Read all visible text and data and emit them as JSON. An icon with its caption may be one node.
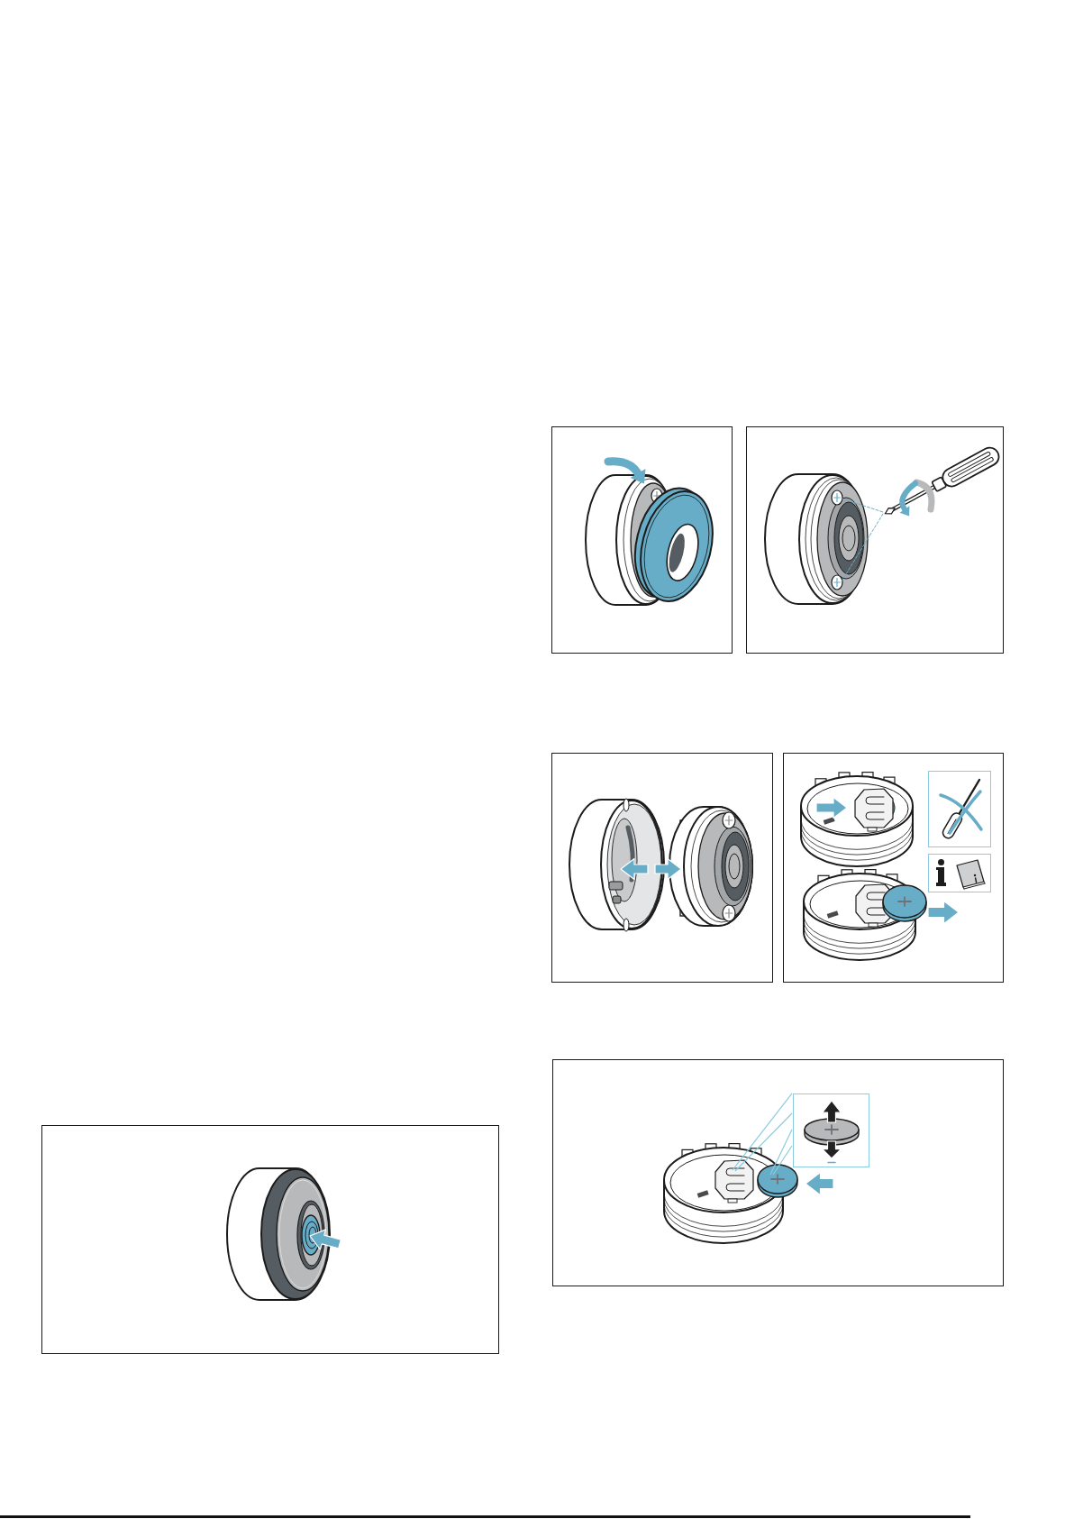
{
  "diagram": {
    "nodes": [
      {
        "text": [],
        "shape": "picture"
      },
      {
        "text": [],
        "shape": "picture"
      },
      {
        "text": [],
        "shape": "picture"
      },
      {
        "text": [],
        "shape": "picture"
      },
      {
        "text": [],
        "shape": "picture"
      },
      {
        "text": [],
        "shape": "picture",
        "in": 4
      },
      {
        "text": [],
        "shape": "picture",
        "in": 4
      },
      {
        "text": [],
        "shape": "picture"
      },
      {
        "text": [],
        "shape": "picture",
        "in": 7
      }
    ],
    "edges": [
      {
        "from": 8,
        "to": null,
        "arrow": "none"
      },
      {
        "from": 8,
        "to": null,
        "arrow": "none"
      },
      {
        "from": 8,
        "to": null,
        "arrow": "none"
      },
      {
        "from": 8,
        "to": null,
        "arrow": "none"
      }
    ]
  }
}
